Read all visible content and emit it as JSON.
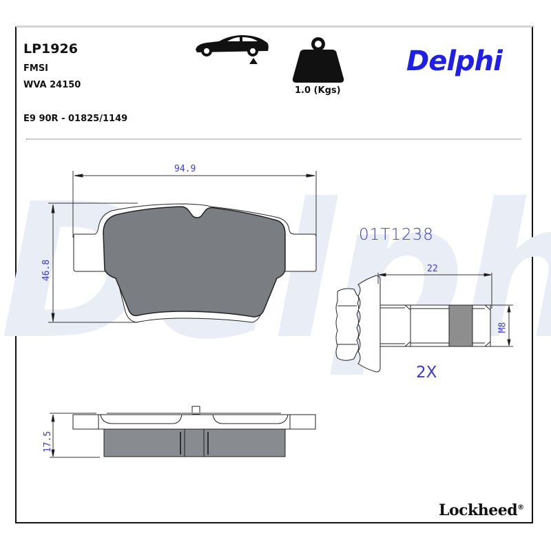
{
  "header": {
    "product_code": "LP1926",
    "fmsi_label": "FMSI",
    "wva": "WVA 24150",
    "ece_approval": "E9 90R - 01825/1149",
    "position_icon": "car-rear-axle-icon",
    "weight_icon": "weight-icon",
    "weight": "1.0 (Kgs)",
    "brand": "Delphi"
  },
  "drawing": {
    "watermark": "Delphi",
    "front_view": {
      "width_dim": "94.9",
      "height_dim": "46.8"
    },
    "side_view": {
      "thickness_dim": "17.5"
    },
    "accessory": {
      "part_number": "01T1238",
      "length_dim": "22",
      "thread_dim": "M8",
      "quantity": "2X"
    }
  },
  "footer": {
    "brand": "Lockheed",
    "registered_mark": "®"
  },
  "colors": {
    "brand_blue": "#1f1fe6",
    "dimension_blue": "#3a3ad0",
    "friction_gray": "#7a7d82",
    "watermark": "#e9eef6"
  }
}
